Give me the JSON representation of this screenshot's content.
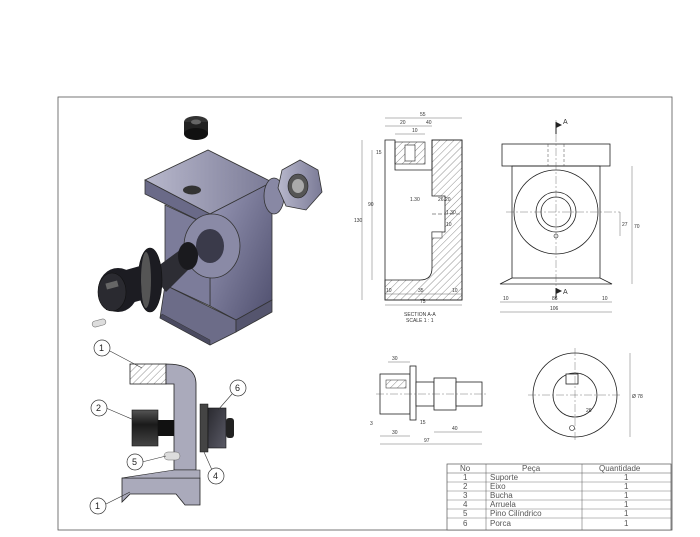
{
  "views": {
    "section_label": "A",
    "section_caption_line1": "SECTION A-A",
    "section_caption_line2": "SCALE 1 : 1"
  },
  "balloons": [
    "1",
    "2",
    "5",
    "1",
    "6",
    "4"
  ],
  "dimensions": {
    "sec_top_overall": "55",
    "sec_top_a": "20",
    "sec_top_b": "40",
    "sec_top_c": "10",
    "sec_left_height": "130",
    "sec_left_inner": "90",
    "sec_left_small": "15",
    "sec_mid_a": "1.30",
    "sec_mid_b": "26.20",
    "sec_mid_c": "1.30",
    "sec_mid_d": "10",
    "sec_bottom_a": "10",
    "sec_bottom_b": "35",
    "sec_bottom_c": "10",
    "sec_bottom_overall": "75",
    "front_right_a": "27",
    "front_right_b": "70",
    "front_bottom_a": "10",
    "front_bottom_b": "86",
    "front_bottom_c": "10",
    "front_bottom_overall": "106",
    "shaft_a": "30",
    "shaft_b": "3",
    "shaft_c": "30",
    "shaft_d": "15",
    "shaft_e": "97",
    "shaft_f": "40",
    "end_dia": "Ø 78",
    "end_a": "26"
  },
  "bom": {
    "headers": [
      "No",
      "Peça",
      "Quantidade"
    ],
    "rows": [
      {
        "no": "1",
        "part": "Suporte",
        "qty": "1"
      },
      {
        "no": "2",
        "part": "Eixo",
        "qty": "1"
      },
      {
        "no": "3",
        "part": "Bucha",
        "qty": "1"
      },
      {
        "no": "4",
        "part": "Arruela",
        "qty": "1"
      },
      {
        "no": "5",
        "part": "Pino Cilíndrico",
        "qty": "1"
      },
      {
        "no": "6",
        "part": "Porca",
        "qty": "1"
      }
    ]
  }
}
